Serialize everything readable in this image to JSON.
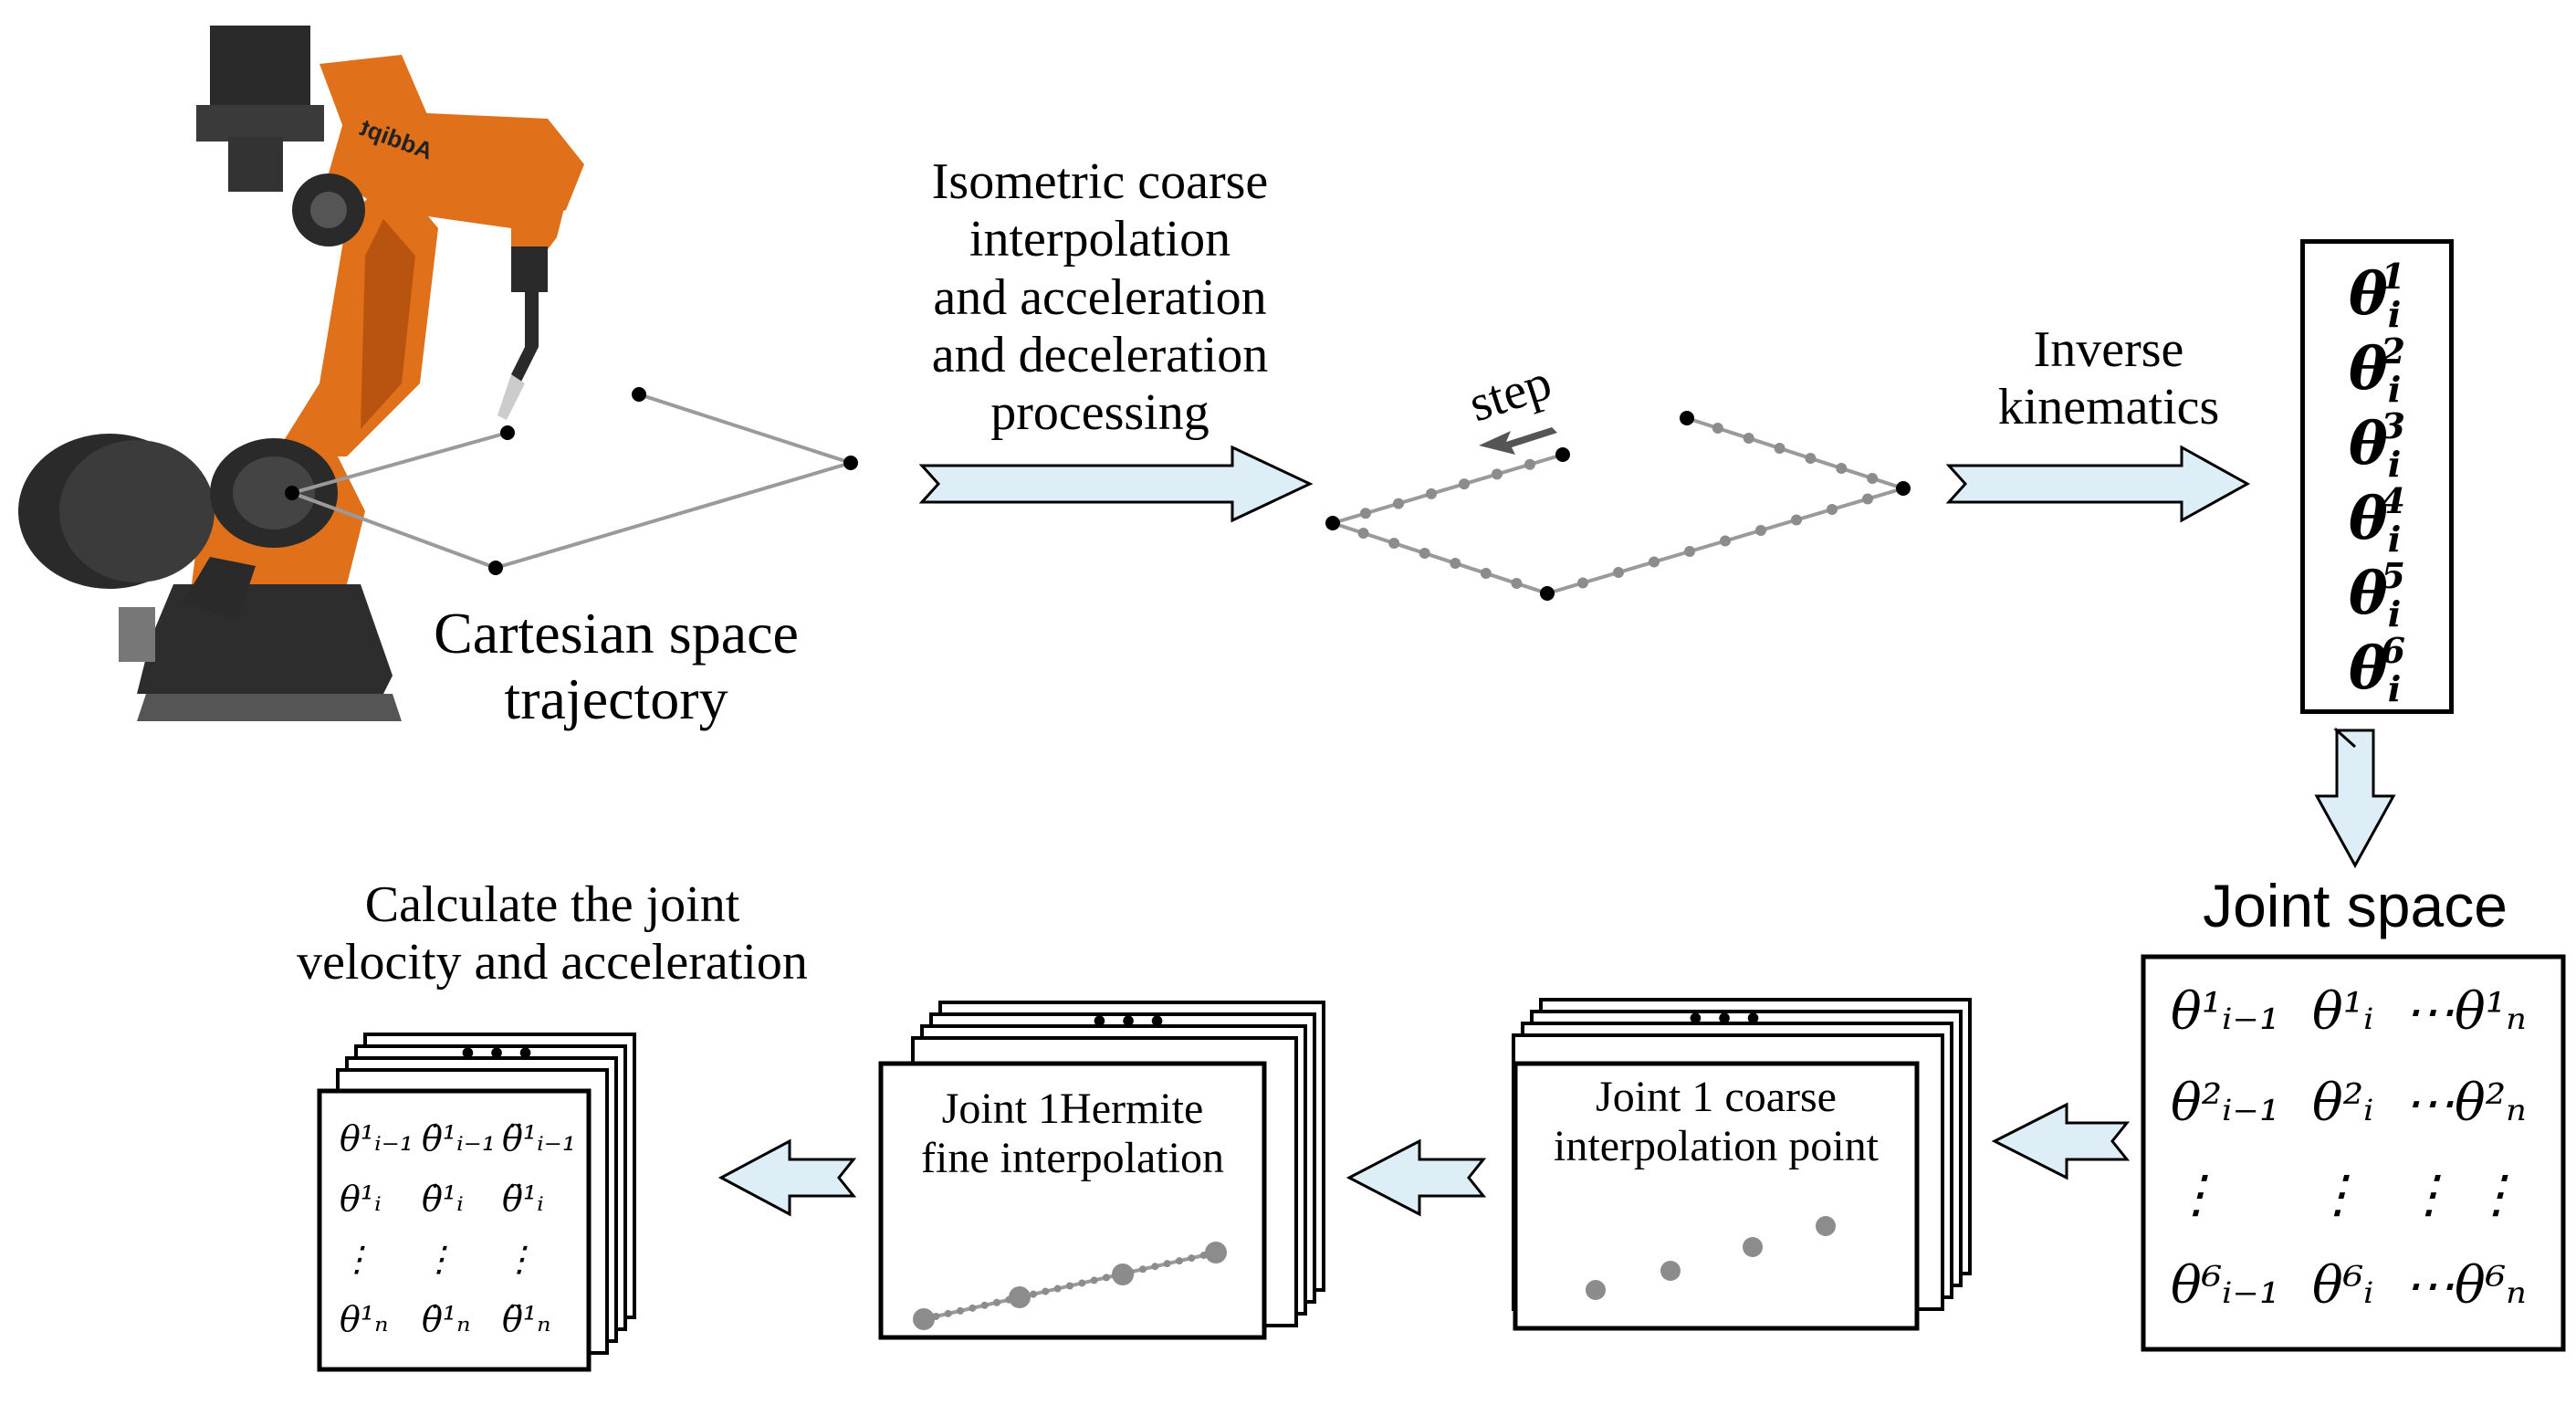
{
  "labels": {
    "coarse_process": [
      "Isometric coarse",
      "interpolation",
      "and acceleration",
      "and deceleration",
      "processing"
    ],
    "step": "step",
    "inverse_kinematics": [
      "Inverse",
      "kinematics"
    ],
    "cartesian": [
      "Cartesian space",
      "trajectory"
    ],
    "joint_space": "Joint space",
    "coarse_point_panel": [
      "Joint 1 coarse",
      "interpolation point"
    ],
    "hermite_panel": [
      "Joint 1Hermite",
      "fine interpolation"
    ],
    "velocity_title": [
      "Calculate the joint",
      "velocity and acceleration"
    ],
    "ellipsis_dots": "•••",
    "robot_brand": "Addipt"
  },
  "theta_stack": [
    "θ",
    "θ",
    "θ",
    "θ",
    "θ",
    "θ"
  ],
  "theta_sub": "i",
  "theta_sup": [
    "1",
    "2",
    "3",
    "4",
    "5",
    "6"
  ],
  "matrix": {
    "rows": [
      [
        "θ¹ᵢ₋₁",
        "θ¹ᵢ",
        "⋯θ¹ₙ"
      ],
      [
        "θ²ᵢ₋₁",
        "θ²ᵢ",
        "⋯θ²ₙ"
      ],
      [
        "⋮",
        "⋮",
        "⋮  ⋮"
      ],
      [
        "θ⁶ᵢ₋₁",
        "θ⁶ᵢ",
        "⋯θ⁶ₙ"
      ]
    ]
  },
  "velocity_table": {
    "rows": [
      [
        "θ¹ᵢ₋₁",
        "θ̇¹ᵢ₋₁",
        "θ̈¹ᵢ₋₁"
      ],
      [
        "θ¹ᵢ",
        "θ̇¹ᵢ",
        "θ̈¹ᵢ"
      ],
      [
        "⋮",
        "⋮",
        "⋮"
      ],
      [
        "θ¹ₙ",
        "θ̇¹ₙ",
        "θ̈¹ₙ"
      ]
    ]
  },
  "colors": {
    "arrow_fill": "#ddeef6",
    "robot_orange": "#e0701a",
    "robot_dark": "#2a2a2a",
    "path_gray": "#9a9a9a",
    "dot_gray": "#8c8c8c"
  }
}
